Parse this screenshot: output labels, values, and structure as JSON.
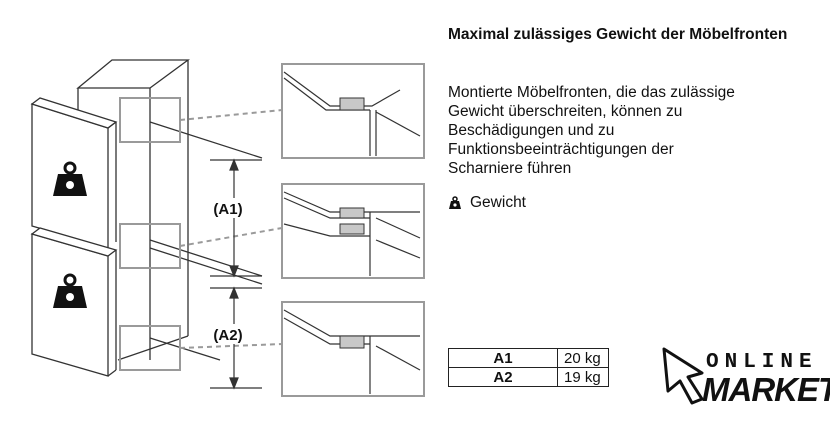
{
  "heading": "Maximal zulässiges Gewicht der Möbelfronten",
  "description_lines": [
    "Montierte Möbelfronten, die das zulässige",
    "Gewicht überschreiten, können zu",
    "Beschädigungen und zu",
    "Funktionsbeeinträchtigungen der",
    "Scharniere führen"
  ],
  "legend": {
    "icon": "weight-icon",
    "label": "Gewicht"
  },
  "dimensions": [
    {
      "label": "(A1)"
    },
    {
      "label": "(A2)"
    }
  ],
  "weight_table": [
    {
      "key": "A1",
      "value": "20 kg"
    },
    {
      "key": "A2",
      "value": "19 kg"
    }
  ],
  "logo": {
    "line1": "ONLINE",
    "line2": "MARKET"
  },
  "colors": {
    "line": "#333333",
    "callout": "#9a9a9a",
    "hinge": "#c8c8c8"
  }
}
